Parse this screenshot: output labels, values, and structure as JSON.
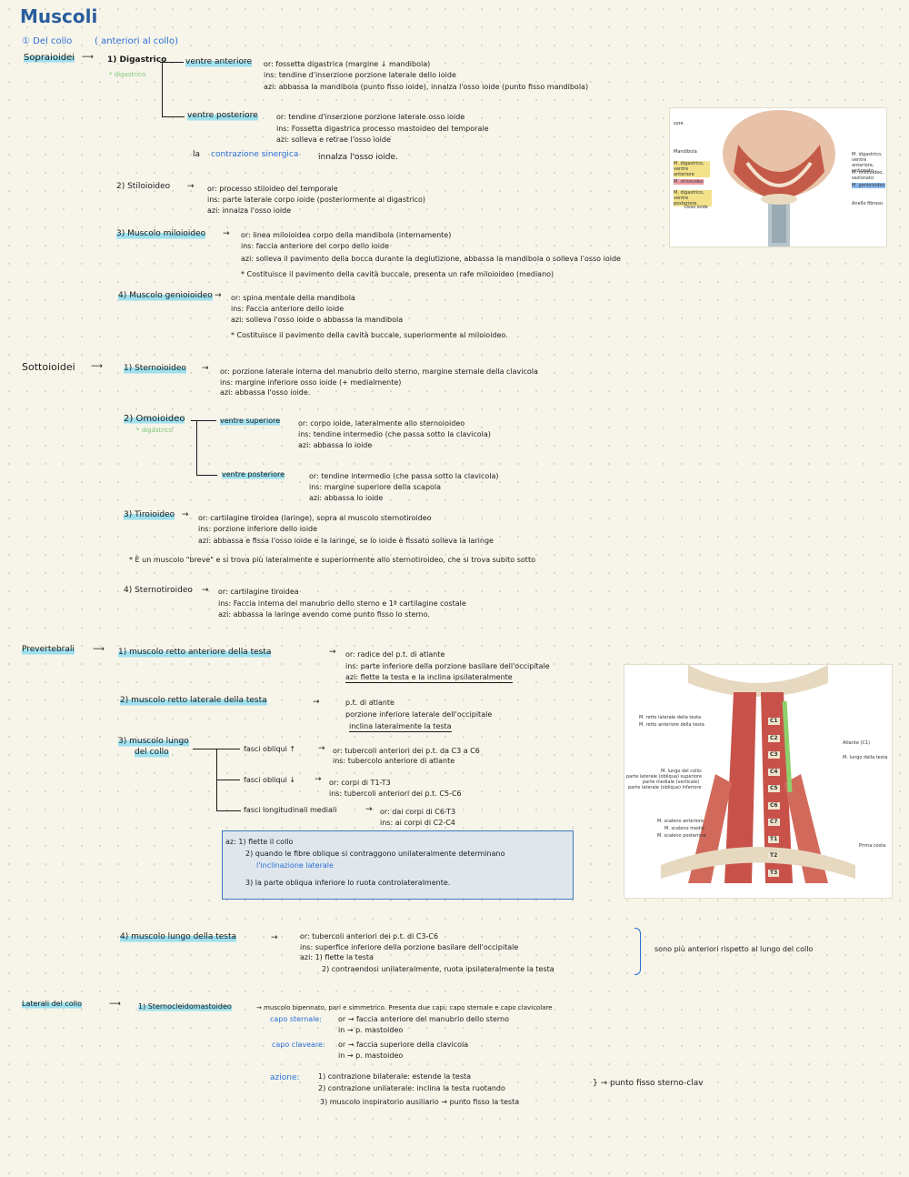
{
  "title": "Muscoli",
  "subtitle": {
    "num": "① Del collo",
    "paren": "( anteriori al collo)"
  },
  "sopraioidei": {
    "label": "Sopraioidei",
    "digastrico": {
      "name": "1) Digastrico",
      "note": "* digastrico",
      "ant": {
        "label": "ventre anteriore",
        "or": "or: fossetta digastrica (margine ↓ mandibola)",
        "ins": "ins: tendine d'inserzione porzione laterale dello ioide",
        "azi": "azi: abbassa la mandibola (punto fisso ioide), innalza l'osso ioide (punto fisso mandibola)"
      },
      "post": {
        "label": "ventre posteriore",
        "or": "or: tendine d'inserzione porzione laterale osso ioide",
        "ins": "ins: Fossetta digastrica processo mastoideo del temporale",
        "azi": "azi: solleva e retrae l'osso ioide"
      },
      "contr_a": "la",
      "contr_b": "contrazione sinergica",
      "contr_c": "innalza l'osso ioide."
    },
    "stiloioideo": {
      "name": "2) Stiloioideo",
      "or": "or: processo stiloideo del temporale",
      "ins": "ins: parte laterale corpo ioide (posteriormente al digastrico)",
      "azi": "azi: innalza l'osso ioide"
    },
    "miloioideo": {
      "name": "3) Muscolo miloioideo",
      "or": "or: linea miloioidea corpo della mandibola (internamente)",
      "ins": "ins: faccia anteriore del corpo dello ioide",
      "azi": "azi: solleva il pavimento della bocca durante la deglutizione, abbassa la mandibola o solleva l'osso ioide",
      "note": "* Costituisce il pavimento della cavità buccale, presenta un rafe miloioideo (mediano)"
    },
    "genioioideo": {
      "name": "4) Muscolo genioioideo",
      "or": "or: spina mentale della mandibola",
      "ins": "ins: Faccia anteriore dello ioide",
      "azi": "azi: solleva l'osso ioide o abbassa la mandibola",
      "note": "* Costituisce il pavimento della cavità buccale, superiormente al miloioideo."
    }
  },
  "sottoioidei": {
    "label": "Sottoioidei",
    "sternoioideo": {
      "name": "1) Sternoioideo",
      "or": "or: porzione laterale interna del manubrio dello sterno, margine sternale della clavicola",
      "ins": "ins: margine inferiore osso ioide (+ medialmente)",
      "azi": "azi: abbassa l'osso ioide."
    },
    "omoioideo": {
      "name": "2) Omoioideo",
      "note": "* digastrico",
      "sup": {
        "label": "ventre superiore",
        "or": "or: corpo ioide, lateralmente allo sternoioideo",
        "ins": "ins: tendine intermedio (che passa sotto la clavicola)",
        "azi": "azi: abbassa lo ioide"
      },
      "post": {
        "label": "ventre posteriore",
        "or": "or: tendine intermedio (che passa sotto la clavicola)",
        "ins": "ins: margine superiore della scapola",
        "azi": "azi: abbassa lo ioide"
      }
    },
    "tiroioideo": {
      "name": "3) Tiroioideo",
      "or": "or: cartilagine tiroidea (laringe), sopra al muscolo sternotiroideo",
      "ins": "ins: porzione inferiore dello ioide",
      "azi": "azi: abbassa e fissa l'osso ioide e la laringe, se lo ioide è fissato solleva la laringe",
      "note": "* È un muscolo \"breve\" e si trova più lateralmente e superiormente allo sternotiroideo, che si trova subito sotto"
    },
    "sternotiroideo": {
      "name": "4) Sternotiroideo",
      "or": "or: cartilagine tiroidea",
      "ins": "ins: Faccia interna del manubrio dello sterno e 1ª cartilagine costale",
      "azi": "azi: abbassa la laringe avendo come punto fisso lo sterno."
    }
  },
  "prevertebrali": {
    "label": "Prevertebrali",
    "retto_ant": {
      "name": "1) muscolo retto anteriore della testa",
      "or": "or: radice del p.t. di atlante",
      "ins": "ins: parte inferiore della porzione basilare dell'occipitale",
      "azi": "azi: flette la testa e la inclina ipsilateralmente"
    },
    "retto_lat": {
      "name": "2) muscolo retto laterale della testa",
      "l1": "p.t. di atlante",
      "l2": "porzione inferiore laterale dell'occipitale",
      "l3": "inclina lateralmente la testa"
    },
    "lungo_collo": {
      "name1": "3) muscolo lungo",
      "name2": "del collo",
      "f1": {
        "label": "fasci obliqui ↑",
        "or": "or: tubercoli anteriori dei p.t. da C3 a C6",
        "ins": "ins: tubercolo anteriore di atlante"
      },
      "f2": {
        "label": "fasci obliqui ↓",
        "or": "or: corpi di T1-T3",
        "ins": "ins: tubercoli anteriori dei p.t. C5-C6"
      },
      "f3": {
        "label": "fasci longitudinali mediali",
        "or": "or: dai corpi di C6-T3",
        "ins": "ins: ai corpi di C2-C4"
      },
      "az1": "az: 1) flette il collo",
      "az2": "2) quando le fibre oblique si contraggono unilateralmente determinano",
      "az2b": "l'inclinazione laterale",
      "az3": "3) la parte obliqua inferiore lo ruota controlateralmente."
    },
    "lungo_testa": {
      "name": "4) muscolo lungo della testa",
      "or": "or: tubercoli anteriori dei p.t. di C3-C6",
      "ins": "ins: superfice inferiore della porzione basilare dell'occipitale",
      "azi1": "azi: 1) flette la testa",
      "azi2": "2) contraendosi unilateralmente, ruota ipsilateralmente la testa",
      "side": "sono più anteriori rispetto al lungo del collo"
    }
  },
  "laterali": {
    "label": "Laterali del collo",
    "scm": {
      "name": "1) Sternocleidomastoideo",
      "desc": "→ muscolo bipennato, pari e simmetrico. Presenta due capi: capo sternale e capo clavicolare",
      "sternale": "capo sternale:",
      "st_or": "or → faccia anteriore del manubrio dello sterno",
      "st_in": "in → p. mastoideo",
      "clavicolare": "capo claveare:",
      "cl_or": "or → faccia superiore della clavicola",
      "cl_in": "in → p. mastoideo",
      "azione": "azione:",
      "a1": "1) contrazione bilaterale: estende la testa",
      "a2": "2) contrazione unilaterale: inclina la testa ruotando",
      "a2b": "} → punto fisso sterno-clav",
      "a3": "3) muscolo inspiratorio ausiliario → punto fisso la testa"
    }
  },
  "fig1": {
    "labels_left": [
      "Mandibola",
      "M. digastrico, ventre anteriore",
      "M. stiloioideo",
      "M. digastrico, ventre posteriore",
      "Osso ioide"
    ],
    "labels_right": [
      "M. digastrico, ventre anteriore, sezionato",
      "M. miloioideo, sezionato",
      "M. genioioideo",
      "Anello fibroso"
    ]
  },
  "fig2": {
    "labels_left": [
      "M. retto laterale della testa",
      "M. retto anteriore della testa",
      "M. lungo del collo:",
      "parte laterale (obliqua) superiore",
      "parte mediale (verticale)",
      "parte laterale (obliqua) inferiore",
      "M. scaleno anteriore",
      "M. scaleno medio",
      "M. scaleno posteriore"
    ],
    "labels_right": [
      "Atlante (C1)",
      "M. lungo della testa",
      "Prima costa"
    ],
    "vertebrae": [
      "C1",
      "C2",
      "C3",
      "C4",
      "C5",
      "C6",
      "C7",
      "T1",
      "T2",
      "T3"
    ]
  },
  "colors": {
    "title": "#2a5d9c",
    "blue_text": "#2a6fd6",
    "highlight": "#9fe0ee",
    "green": "#7cc576",
    "box_fill": "#dfe7ec",
    "box_border": "#3a78c2"
  }
}
